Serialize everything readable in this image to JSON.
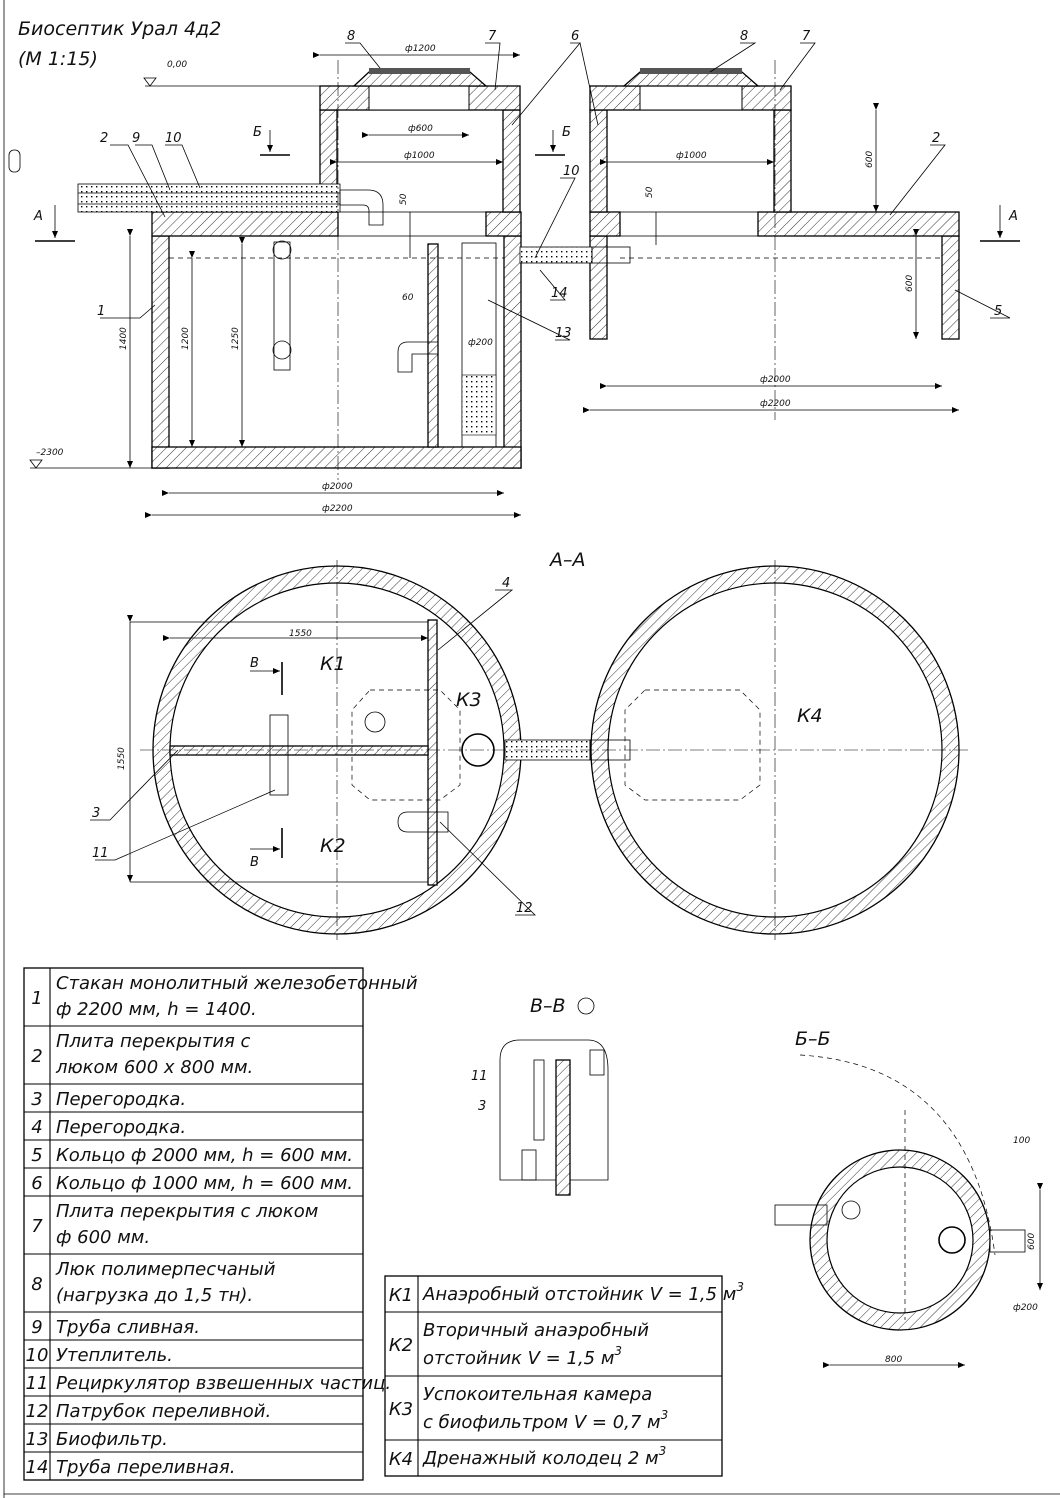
{
  "title": {
    "line1": "Биосептик Урал 4д2",
    "line2": "(М 1:15)"
  },
  "section_labels": {
    "aa": "А–А",
    "vv": "В–В",
    "bb": "Б–Б",
    "a": "А",
    "b": "Б",
    "v": "В"
  },
  "levels": {
    "top": "0,00",
    "bottom": "–2300"
  },
  "dimensions": {
    "d1200": "ф1200",
    "d600": "ф600",
    "d1000": "ф1000",
    "d2000": "ф2000",
    "d2200": "ф2200",
    "d200": "ф200",
    "h1400": "1400",
    "h1200": "1200",
    "h1250": "1250",
    "h600": "600",
    "w50": "50",
    "w60": "60",
    "w1550": "1550",
    "w100": "100",
    "w800": "800"
  },
  "chambers": {
    "k1": "К1",
    "k2": "К2",
    "k3": "К3",
    "k4": "К4"
  },
  "callouts": [
    "1",
    "2",
    "3",
    "4",
    "5",
    "6",
    "7",
    "8",
    "9",
    "10",
    "11",
    "12",
    "13",
    "14"
  ],
  "parts_table": [
    {
      "n": "1",
      "lines": [
        "Стакан монолитный железобетонный",
        "ф 2200 мм, h = 1400."
      ]
    },
    {
      "n": "2",
      "lines": [
        "Плита перекрытия с",
        "люком 600 х 800 мм."
      ]
    },
    {
      "n": "3",
      "lines": [
        "Перегородка."
      ]
    },
    {
      "n": "4",
      "lines": [
        "Перегородка."
      ]
    },
    {
      "n": "5",
      "lines": [
        "Кольцо ф 2000 мм, h = 600 мм."
      ]
    },
    {
      "n": "6",
      "lines": [
        "Кольцо ф 1000 мм, h = 600 мм."
      ]
    },
    {
      "n": "7",
      "lines": [
        "Плита перекрытия с люком",
        "ф 600 мм."
      ]
    },
    {
      "n": "8",
      "lines": [
        "Люк полимерпесчаный",
        "(нагрузка до 1,5 тн)."
      ]
    },
    {
      "n": "9",
      "lines": [
        "Труба сливная."
      ]
    },
    {
      "n": "10",
      "lines": [
        "Утеплитель."
      ]
    },
    {
      "n": "11",
      "lines": [
        "Рециркулятор взвешенных частиц."
      ]
    },
    {
      "n": "12",
      "lines": [
        "Патрубок переливной."
      ]
    },
    {
      "n": "13",
      "lines": [
        "Биофильтр."
      ]
    },
    {
      "n": "14",
      "lines": [
        "Труба переливная."
      ]
    }
  ],
  "chambers_table": [
    {
      "k": "К1",
      "lines": [
        "Анаэробный отстойник V = 1,5 м"
      ],
      "sup": "3"
    },
    {
      "k": "К2",
      "lines": [
        "Вторичный анаэробный",
        "отстойник V = 1,5 м"
      ],
      "sup": "3"
    },
    {
      "k": "К3",
      "lines": [
        "Успокоительная камера",
        "с биофильтром V = 0,7 м"
      ],
      "sup": "3"
    },
    {
      "k": "К4",
      "lines": [
        "Дренажный колодец 2 м"
      ],
      "sup": "3"
    }
  ]
}
